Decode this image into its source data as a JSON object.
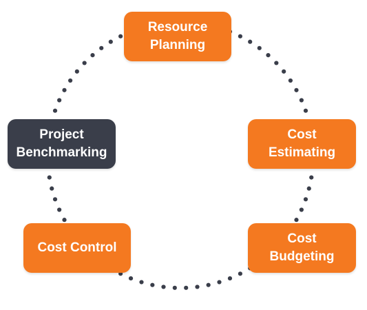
{
  "colors": {
    "accent": "#F47920",
    "dark": "#3A3E4A",
    "dots": "#3A3E4A",
    "text": "#FFFFFF"
  },
  "nodes": {
    "resource_planning": {
      "line1": "Resource",
      "line2": "Planning",
      "color": "accent"
    },
    "cost_estimating": {
      "line1": "Cost",
      "line2": "Estimating",
      "color": "accent"
    },
    "cost_budgeting": {
      "line1": "Cost",
      "line2": "Budgeting",
      "color": "accent"
    },
    "cost_control": {
      "line1": "Cost Control",
      "color": "accent"
    },
    "project_benchmarking": {
      "line1": "Project",
      "line2": "Benchmarking",
      "color": "dark"
    }
  }
}
